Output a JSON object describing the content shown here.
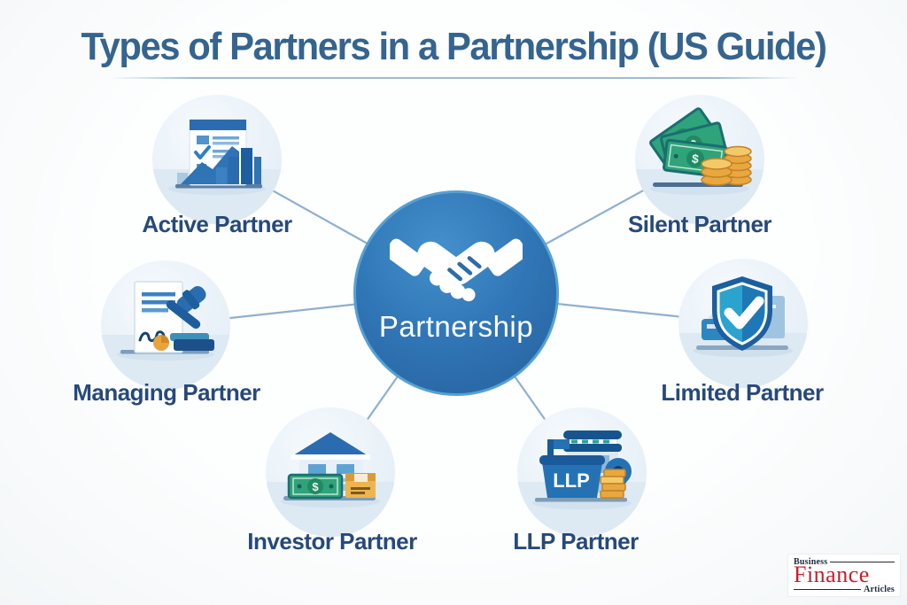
{
  "title": "Types of Partners in a Partnership (US Guide)",
  "hub": {
    "label": "Partnership",
    "icon": "handshake-icon"
  },
  "partners": [
    {
      "id": "active-partner",
      "label": "Active Partner",
      "icon": "growth-chart-document-icon",
      "position": "top-left"
    },
    {
      "id": "silent-partner",
      "label": "Silent Partner",
      "icon": "cash-bills-coins-icon",
      "position": "top-right"
    },
    {
      "id": "managing-partner",
      "label": "Managing Partner",
      "icon": "contract-gavel-icon",
      "position": "middle-left"
    },
    {
      "id": "limited-partner",
      "label": "Limited Partner",
      "icon": "shield-checkmark-icon",
      "position": "middle-right"
    },
    {
      "id": "investor-partner",
      "label": "Investor Partner",
      "icon": "property-money-package-icon",
      "position": "bottom-left"
    },
    {
      "id": "llp-partner",
      "label": "LLP Partner",
      "icon": "llp-firm-location-pin-icon",
      "position": "bottom-right"
    }
  ],
  "icon_texts": {
    "llp": "LLP",
    "currency": "$"
  },
  "logo": {
    "top": "Business",
    "name": "Finance",
    "bottom": "Articles"
  },
  "colors": {
    "title": "#35648f",
    "label": "#27497a",
    "hub_fill": "#3076b6",
    "hub_border": "#57a0d4",
    "hub_text": "#ffffff",
    "connector": "#8fb0ce",
    "icon_bg": "#e9f1f8",
    "money_green": "#2fa379",
    "coin_gold": "#e9a83e",
    "logo_red": "#c51f2a"
  }
}
